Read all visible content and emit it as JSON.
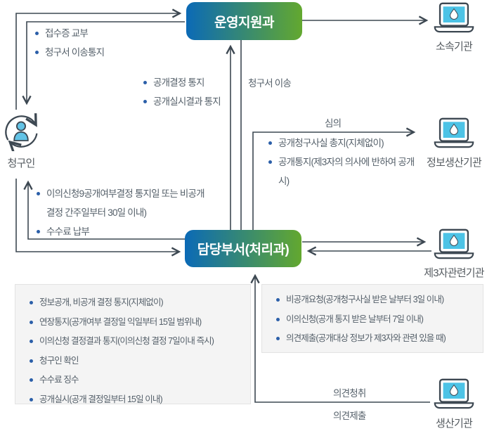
{
  "nodes": {
    "operation_support": "운영지원과",
    "handling_dept": "담당부서(처리과)",
    "claimant": "청구인",
    "affiliated_org": "소속기관",
    "info_producing_org": "정보생산기관",
    "third_party_org": "제3자관련기관",
    "producing_org": "생산기관"
  },
  "edge_labels": {
    "request_transfer": "청구서 이송",
    "deliberation": "심의",
    "opinion_hearing": "의견청취",
    "opinion_submission": "의견제출"
  },
  "bullets": {
    "claimant_to_operation": {
      "items": [
        "접수증 교부",
        "청구서 이송통지"
      ]
    },
    "dept_to_operation": {
      "items": [
        "공개결정 통지",
        "공개실시결과 통지"
      ]
    },
    "deliberation_notes": {
      "items": [
        "공개청구사실 총지(지체없이)",
        "공개통지(제3자의 의사에 반하여 공개시)"
      ]
    },
    "dept_to_claimant": {
      "items": [
        "이의신청9공개여부결정 통지일 또는 비공개 결정 간주일부터 30일 이내)",
        "수수료 납부"
      ]
    },
    "dept_box": {
      "items": [
        "정보공개, 비공개 결정 통지(지체없이)",
        "연장통지(공개여부 결정일 익일부터 15일 범위내)",
        "이의신청 결정결과 통지(이의신청 결정 7일이내 즉시)",
        "청구인 확인",
        "수수료 징수",
        "공개실시(공개 결정일부터 15일 이내)"
      ]
    },
    "third_party_box": {
      "items": [
        "비공개요청(공개청구사실 받은 날부터 3일 이내)",
        "이의신청(공개 통지 받은 날부터 7일 이내)",
        "의견제출(공개대상 정보가 제3자와 관련 있을 때)"
      ]
    }
  },
  "colors": {
    "pill_gradient_start": "#0b6ab6",
    "pill_gradient_end": "#63a82f",
    "line": "#3d4852",
    "bullet_dot": "#2b5fa9",
    "laptop_screen": "#4cc3e6",
    "person_fill": "#63c3e6",
    "box_background": "#f4f4f4"
  }
}
